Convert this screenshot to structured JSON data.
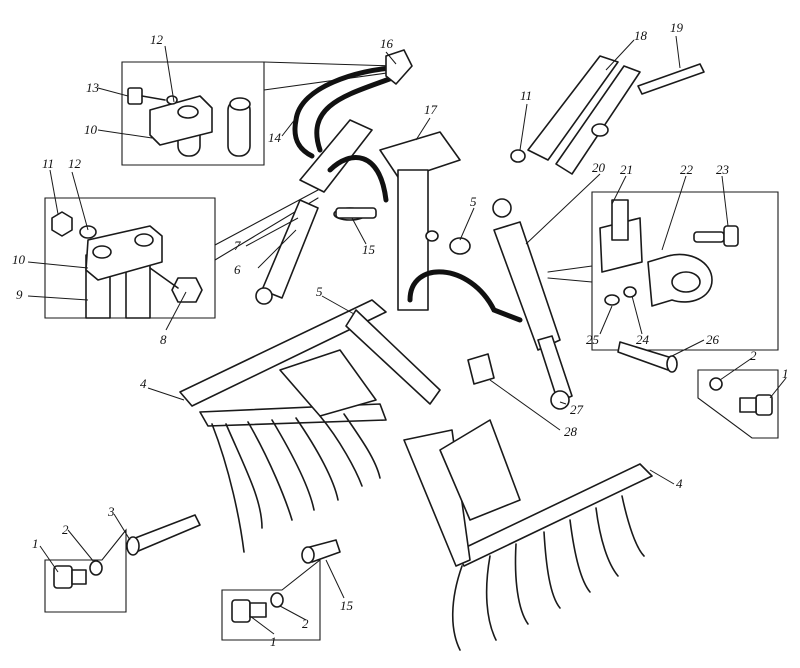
{
  "figure": {
    "callouts": [
      "1",
      "2",
      "3",
      "4",
      "5",
      "6",
      "7",
      "8",
      "9",
      "10",
      "11",
      "12",
      "13",
      "14",
      "15",
      "16",
      "17",
      "18",
      "19",
      "20",
      "21",
      "22",
      "23",
      "24",
      "25",
      "26",
      "27",
      "28"
    ],
    "ink_color": "#1a1a1a",
    "background_color": "#ffffff"
  }
}
